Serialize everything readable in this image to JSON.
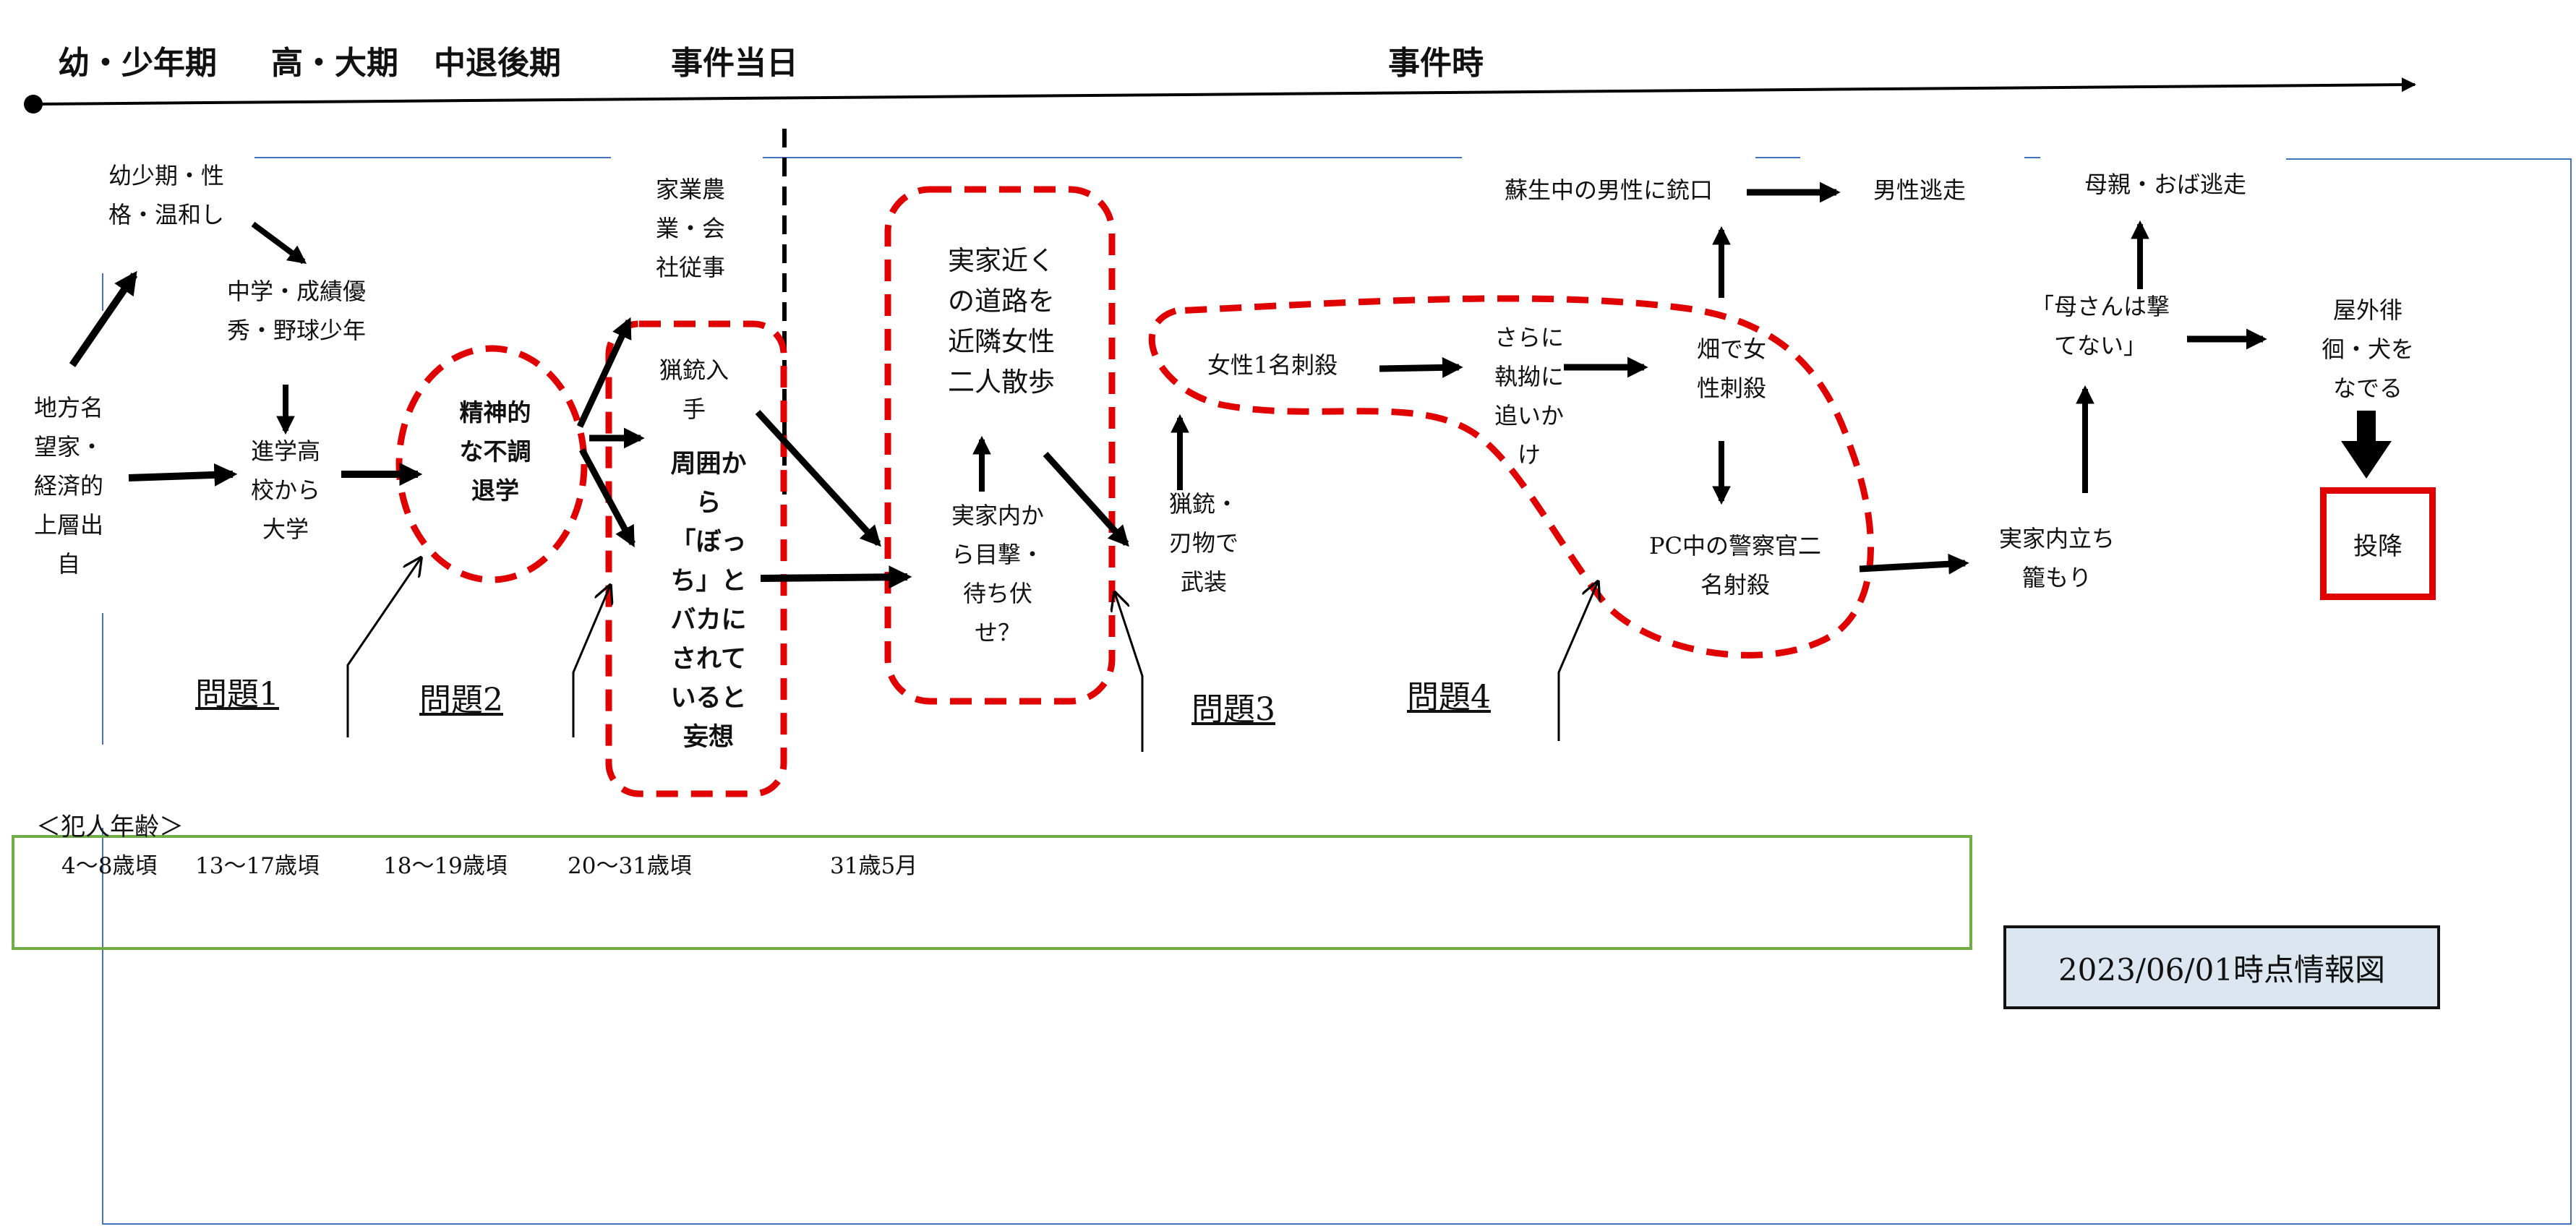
{
  "timeline": {
    "phases": [
      "幼・少年期",
      "高・大期",
      "中退後期",
      "事件当日",
      "事件時"
    ]
  },
  "nodes": {
    "childhood": "幼少期・性\n格・温和し",
    "jhs": "中学・成績優\n秀・野球少年",
    "origin": "地方名\n望家・\n経済的\n上層出\n自",
    "hs_univ": "進学高\n校から\n大学",
    "mental": "精神的\nな不調\n退学",
    "family_biz": "家業農\n業・会\n社従事",
    "gun_acquire": "猟銃入\n手",
    "delusion": "周囲か\nら\n「ぼっ\nち」と\nバカに\nされて\nいると\n妄想",
    "walking": "実家近く\nの道路を\n近隣女性\n二人散歩",
    "ambush": "実家内か\nら目撃・\n待ち伏\nせ？",
    "armed": "猟銃・\n刃物で\n武装",
    "stab1": "女性1名刺殺",
    "chase": "さらに\n執拗に\n追いか\nけ",
    "stab_field": "畑で女\n性刺殺",
    "aim_man": "蘇生中の男性に銃口",
    "man_flee": "男性逃走",
    "police_kill": "PC中の警察官二\n名射殺",
    "mother_aunt_flee": "母親・おば逃走",
    "mother_quote": "「母さんは撃\nてない」",
    "barricade": "実家内立ち\n籠もり",
    "outside": "屋外徘\n徊・犬を\nなでる",
    "surrender": "投降"
  },
  "problems": [
    "問題1",
    "問題2",
    "問題3",
    "問題4"
  ],
  "ages": {
    "header": "＜犯人年齢＞",
    "values": [
      "4〜8歳頃",
      "13〜17歳頃",
      "18〜19歳頃",
      "20〜31歳頃",
      "31歳5月"
    ]
  },
  "date_label": "2023/06/01時点情報図",
  "colors": {
    "highlight": "#e00000",
    "age_box": "#70ad47",
    "frame": "#4472c4",
    "date_fill": "#dce6f1"
  }
}
